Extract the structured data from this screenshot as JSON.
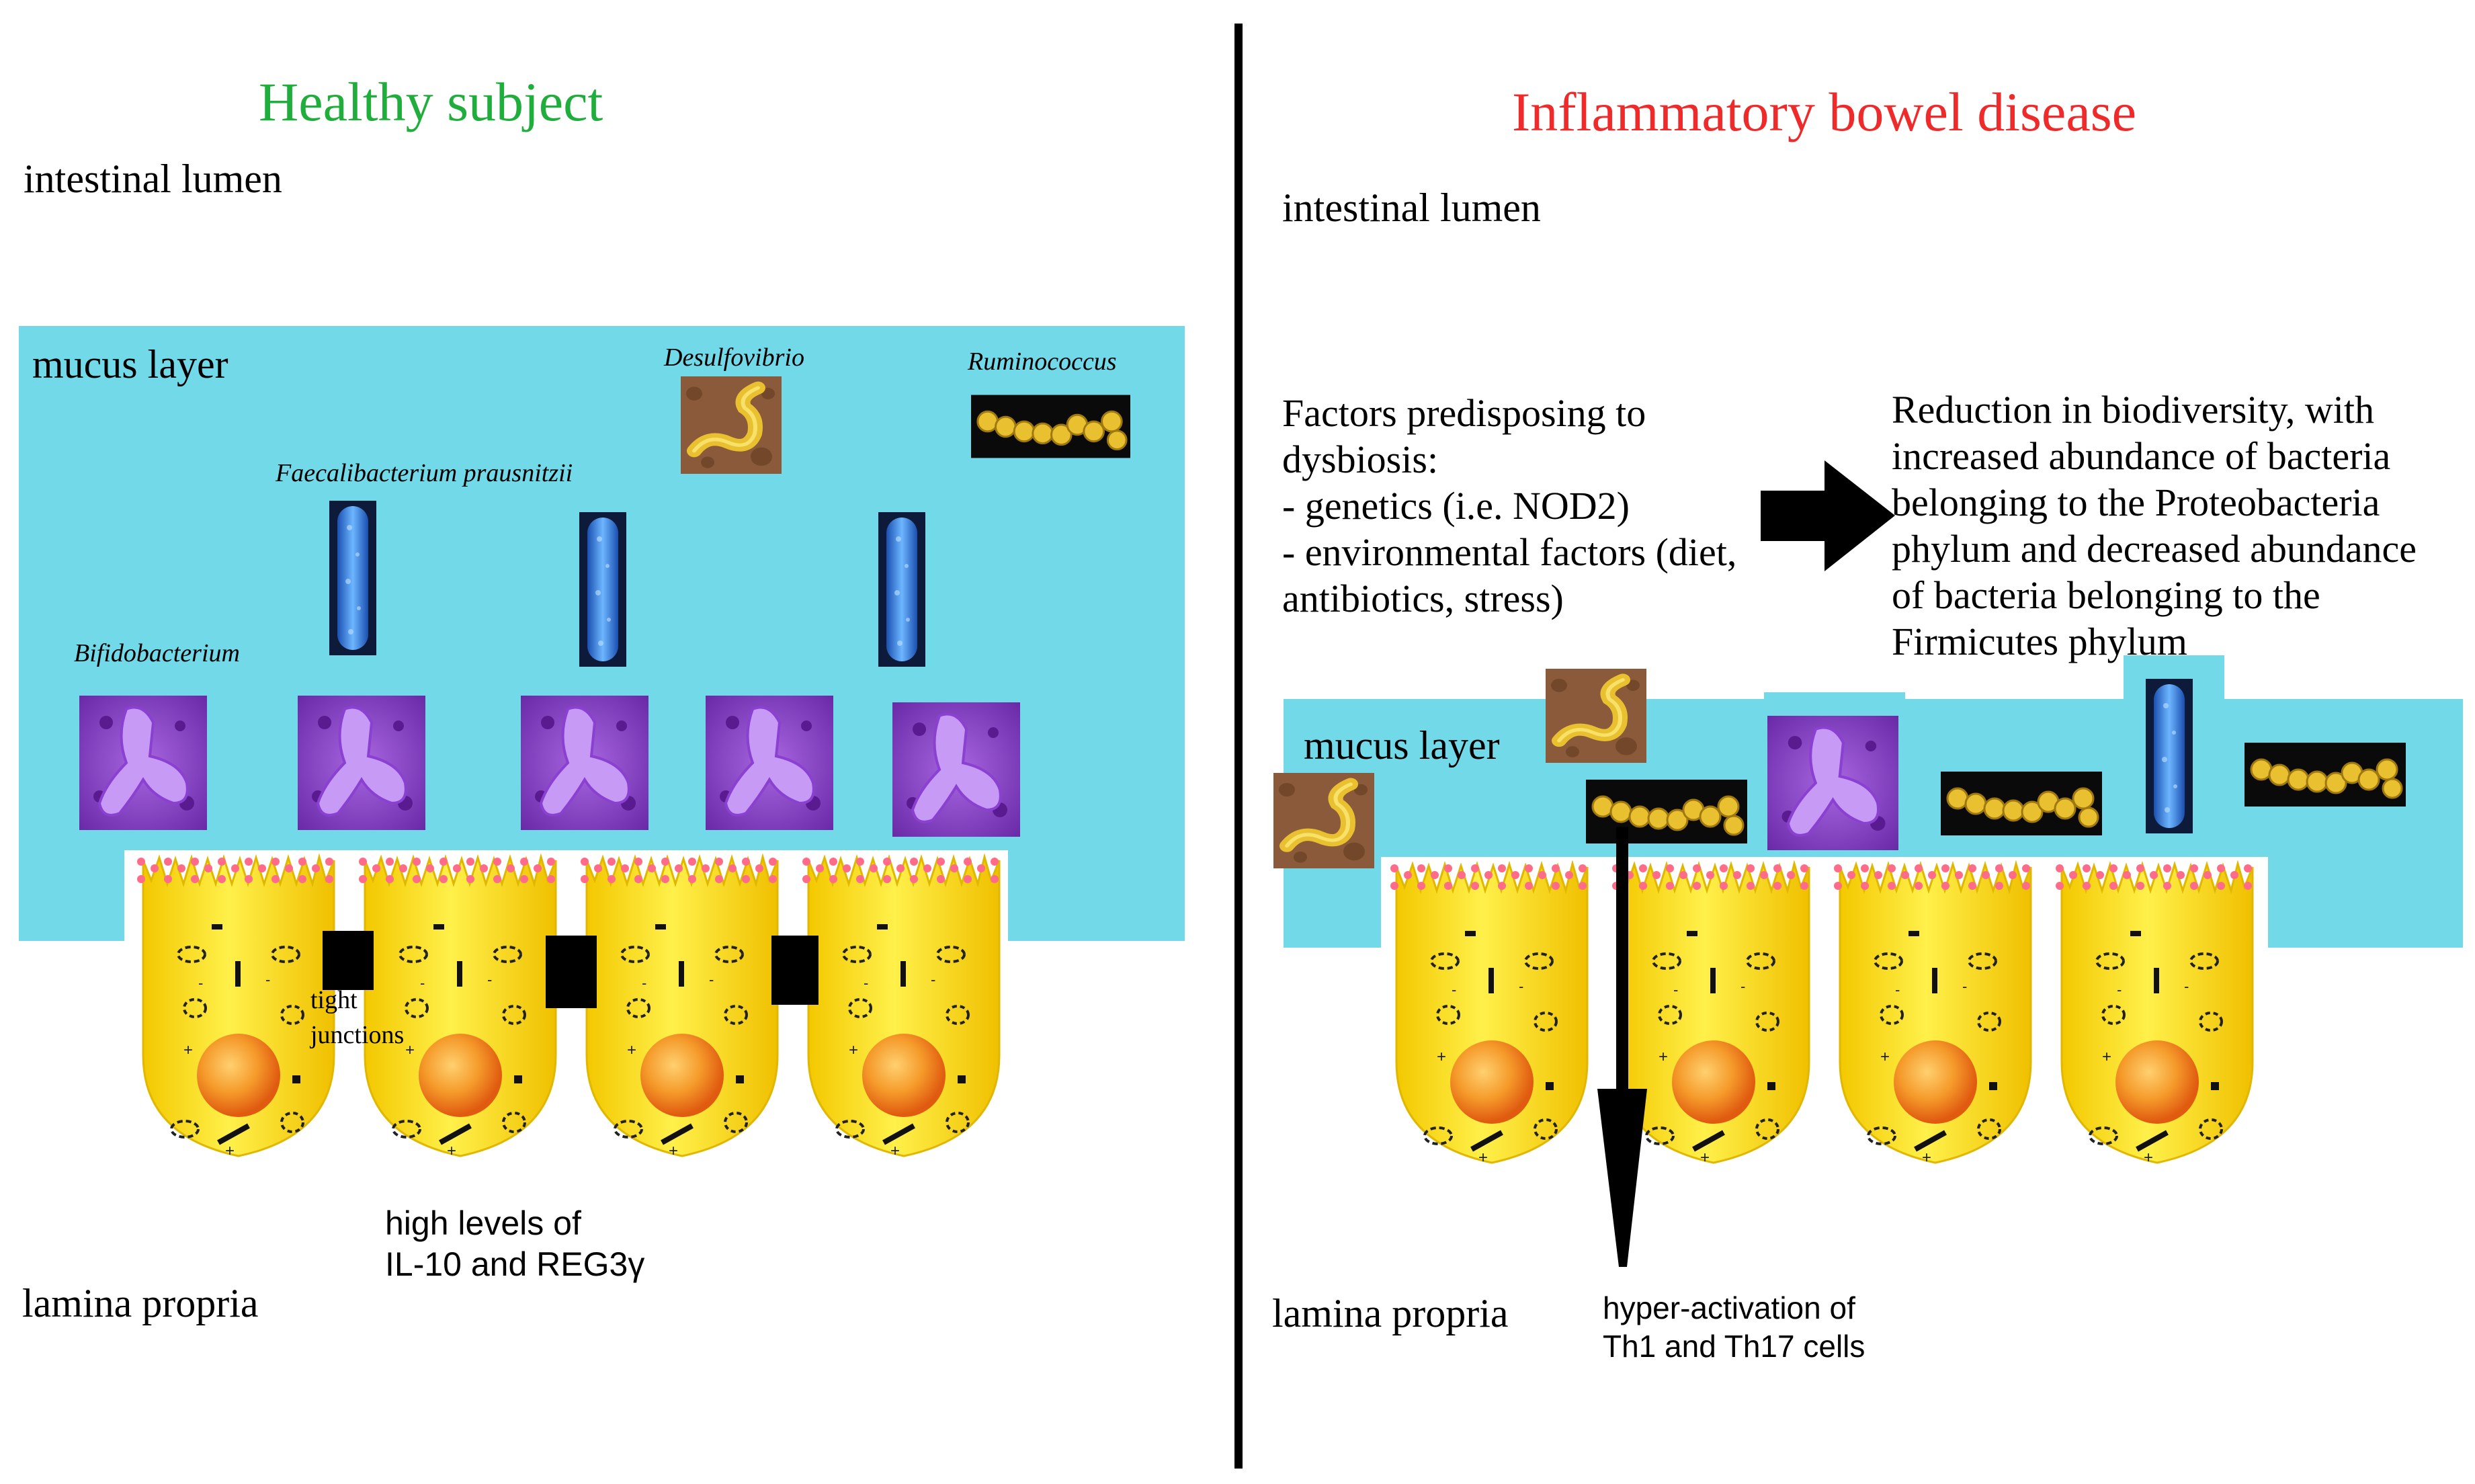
{
  "left_panel": {
    "title": "Healthy subject",
    "title_color": "#1fae3b",
    "lumen_label": "intestinal lumen",
    "mucus_label": "mucus layer",
    "lamina_label": "lamina propria",
    "tight_junctions_label": "tight\njunctions",
    "cytokine_label": "high levels of\nIL-10 and REG3γ",
    "species": {
      "bifidobacterium": "Bifidobacterium",
      "faecalibacterium": "Faecalibacterium prausnitzii",
      "desulfovibrio": "Desulfovibrio",
      "ruminococcus": "Ruminococcus"
    }
  },
  "right_panel": {
    "title": "Inflammatory bowel disease",
    "title_color": "#ee2a2a",
    "lumen_label": "intestinal lumen",
    "mucus_label": "mucus layer",
    "lamina_label": "lamina propria",
    "factors_text": "Factors predisposing to\ndysbiosis:\n- genetics (i.e. NOD2)\n- environmental factors (diet,\nantibiotics, stress)",
    "reduction_text": "Reduction in biodiversity, with\nincreased abundance of bacteria\nbelonging to the Proteobacteria\nphylum and decreased abundance\nof bacteria belonging to the\nFirmicutes phylum",
    "hyperactivation_text": "hyper-activation of\nTh1 and Th17 cells"
  },
  "colors": {
    "mucus": "#72d9e8",
    "cell_yellow": "#f7e01c",
    "nucleus": "#f08a20",
    "bifido_purple": "#9a55d8",
    "faecali_blue": "#2f7fd8",
    "desulfo_brown": "#8a5a2a",
    "rumino_gold": "#e8c030"
  }
}
